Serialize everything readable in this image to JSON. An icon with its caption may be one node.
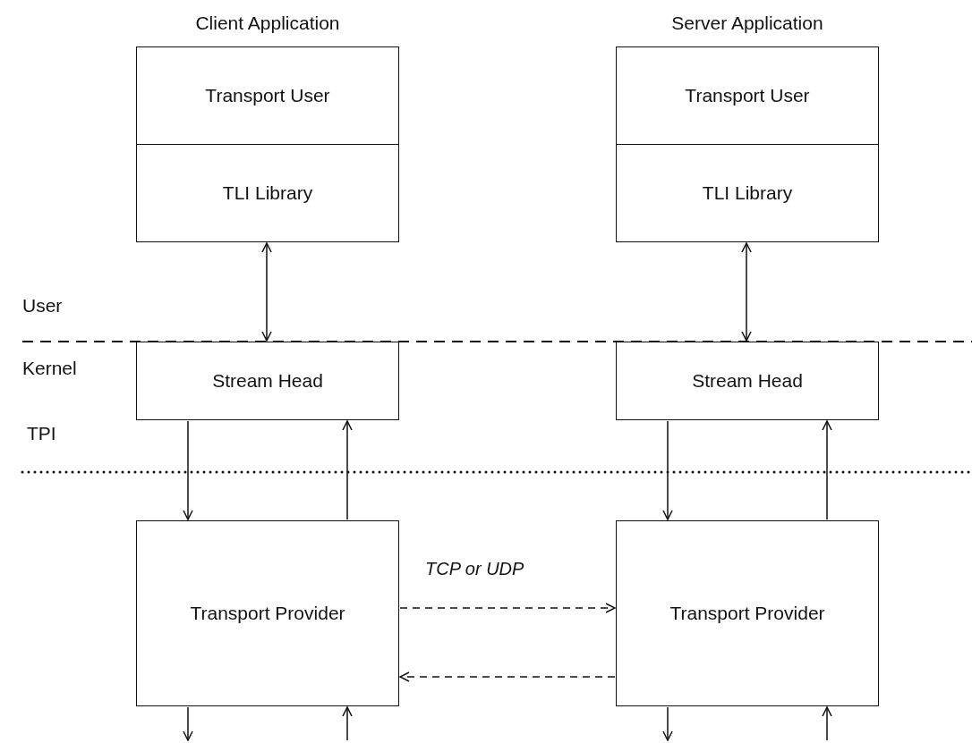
{
  "diagram": {
    "nodes": [
      {
        "text": [
          "Transport User"
        ],
        "beside": [
          "Client Application"
        ]
      },
      {
        "text": [
          "Transport User"
        ],
        "beside": [
          "Server Application"
        ]
      },
      {
        "text": [
          "TLI Library"
        ]
      },
      {
        "text": [
          "TLI Library"
        ]
      },
      {
        "text": [
          "Stream Head"
        ]
      },
      {
        "text": [
          "Stream Head"
        ]
      },
      {
        "text": [
          "Transport Provider"
        ]
      },
      {
        "text": [
          "Transport Provider"
        ]
      }
    ],
    "edges": [
      {
        "from": 2,
        "to": 4,
        "arrow": "both"
      },
      {
        "from": 3,
        "to": 5,
        "arrow": "both"
      },
      {
        "from": 4,
        "to": 6,
        "arrow": "to"
      },
      {
        "from": 6,
        "to": 4,
        "arrow": "to"
      },
      {
        "from": 5,
        "to": 7,
        "arrow": "to"
      },
      {
        "from": 7,
        "to": 5,
        "arrow": "to"
      },
      {
        "from": 6,
        "to": 7,
        "arrow": "to",
        "style": "dashed",
        "label": "TCP or UDP"
      },
      {
        "from": 7,
        "to": 6,
        "arrow": "to",
        "style": "dashed"
      },
      {
        "from": 6,
        "to": null,
        "arrow": "to"
      },
      {
        "from": null,
        "to": 6,
        "arrow": "to"
      },
      {
        "from": 7,
        "to": null,
        "arrow": "to"
      },
      {
        "from": null,
        "to": 7,
        "arrow": "to"
      }
    ],
    "labels": [
      "User",
      "Kernel",
      "TPI"
    ]
  }
}
